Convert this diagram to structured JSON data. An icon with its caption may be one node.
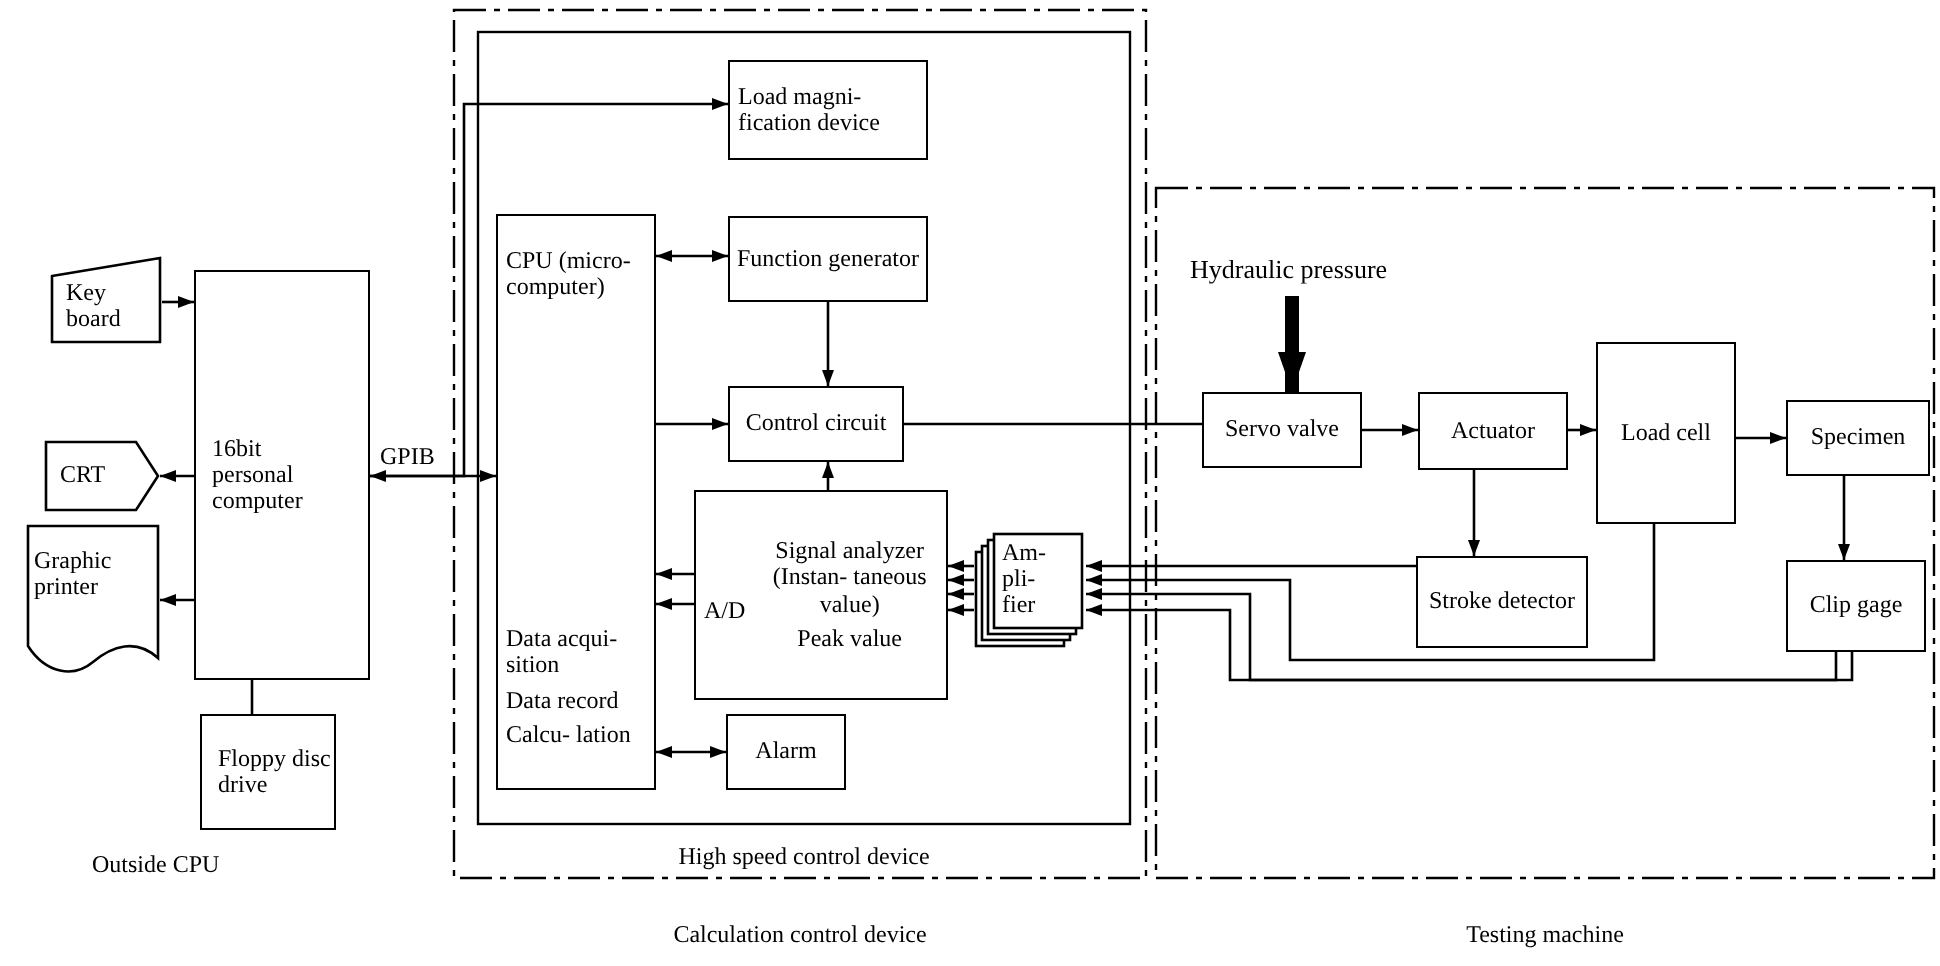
{
  "diagram": {
    "nodes": [
      {
        "text": [
          "Key board"
        ]
      },
      {
        "text": [
          "CRT"
        ]
      },
      {
        "text": [
          "Graphic printer"
        ]
      },
      {
        "text": [
          "16bit personal computer"
        ]
      },
      {
        "text": [
          "Floppy disc drive"
        ]
      },
      {
        "text": [
          "Calculation control device"
        ]
      },
      {
        "text": [
          "High speed control device"
        ],
        "in": 5
      },
      {
        "text": [
          "Load magni- fication device"
        ],
        "in": 6
      },
      {
        "text": [
          "CPU (micro- computer)",
          "Data acqui- sition",
          "Data record",
          "Calcu- lation"
        ],
        "in": 6
      },
      {
        "text": [
          "Function generator"
        ],
        "in": 6
      },
      {
        "text": [
          "Control circuit"
        ],
        "in": 6
      },
      {
        "text": [
          "A/D",
          "Signal analyzer (Instan- taneous value)",
          "Peak value"
        ],
        "in": 6
      },
      {
        "text": [
          "Alarm"
        ],
        "in": 6
      },
      {
        "text": [
          "Am- pli- fier"
        ],
        "in": 6
      },
      {
        "text": [
          "Testing machine"
        ]
      },
      {
        "text": [
          "Servo valve"
        ],
        "in": 14
      },
      {
        "text": [
          "Actuator"
        ],
        "in": 14
      },
      {
        "text": [
          "Load cell"
        ],
        "in": 14
      },
      {
        "text": [
          "Specimen"
        ],
        "in": 14
      },
      {
        "text": [
          "Stroke detector"
        ],
        "in": 14
      },
      {
        "text": [
          "Clip gage"
        ],
        "in": 14
      },
      {
        "text": [
          "Hydraulic pressure"
        ],
        "in": 14
      }
    ],
    "edges": [
      {
        "from": 0,
        "to": 3,
        "arrow": "to"
      },
      {
        "from": 3,
        "to": 1,
        "arrow": "to"
      },
      {
        "from": 3,
        "to": 2,
        "arrow": "to"
      },
      {
        "from": 4,
        "to": 3,
        "arrow": "none"
      },
      {
        "from": 3,
        "to": 8,
        "arrow": "both",
        "label": "GPIB"
      },
      {
        "from": 3,
        "to": 7,
        "arrow": "to"
      },
      {
        "from": 8,
        "to": 9,
        "arrow": "both"
      },
      {
        "from": 9,
        "to": 10,
        "arrow": "to"
      },
      {
        "from": 8,
        "to": 10,
        "arrow": "to"
      },
      {
        "from": 11,
        "to": 10,
        "arrow": "to"
      },
      {
        "from": 11,
        "to": 8,
        "arrow": "to"
      },
      {
        "from": 11,
        "to": 8,
        "arrow": "to"
      },
      {
        "from": 8,
        "to": 12,
        "arrow": "both"
      },
      {
        "from": 13,
        "to": 11,
        "arrow": "to"
      },
      {
        "from": 13,
        "to": 11,
        "arrow": "to"
      },
      {
        "from": 13,
        "to": 11,
        "arrow": "to"
      },
      {
        "from": 13,
        "to": 11,
        "arrow": "to"
      },
      {
        "from": 10,
        "to": 15,
        "arrow": "none"
      },
      {
        "from": 15,
        "to": 16,
        "arrow": "to"
      },
      {
        "from": 16,
        "to": 17,
        "arrow": "to"
      },
      {
        "from": 17,
        "to": 18,
        "arrow": "to"
      },
      {
        "from": 16,
        "to": 19,
        "arrow": "to"
      },
      {
        "from": 18,
        "to": 20,
        "arrow": "to"
      },
      {
        "from": 19,
        "to": 13,
        "arrow": "to"
      },
      {
        "from": 17,
        "to": 13,
        "arrow": "to"
      },
      {
        "from": 20,
        "to": 13,
        "arrow": "to"
      },
      {
        "from": 20,
        "to": 13,
        "arrow": "to"
      },
      {
        "from": 21,
        "to": 15,
        "arrow": "to",
        "style": "thick"
      }
    ],
    "labels": [
      "Outside CPU"
    ]
  }
}
